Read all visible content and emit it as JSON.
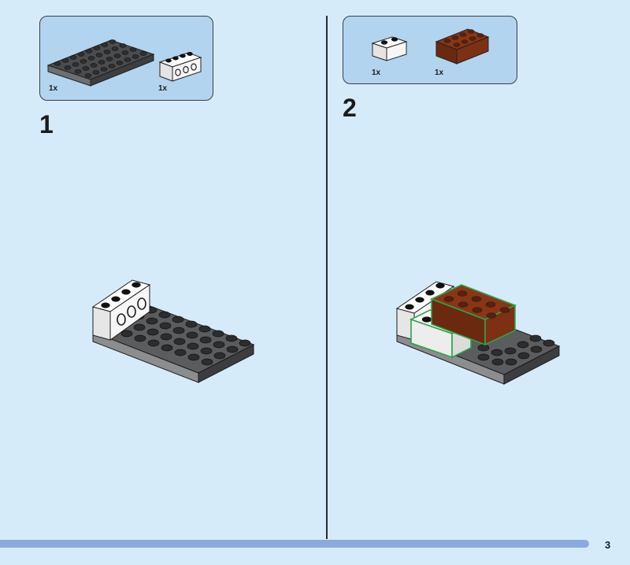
{
  "steps": [
    {
      "number": "1",
      "parts": [
        {
          "name": "dark-gray-plate-4x8",
          "color": "#5b5d5f",
          "quantity": "1x"
        },
        {
          "name": "white-technic-brick-1x4",
          "color": "#f4f4f4",
          "quantity": "1x"
        }
      ]
    },
    {
      "number": "2",
      "parts": [
        {
          "name": "white-brick-1x2",
          "color": "#f4f4f4",
          "quantity": "1x"
        },
        {
          "name": "reddish-brown-brick-2x4",
          "color": "#7a2e12",
          "quantity": "1x"
        }
      ]
    }
  ],
  "highlight_color": "#2ea24a",
  "page_number": "3"
}
